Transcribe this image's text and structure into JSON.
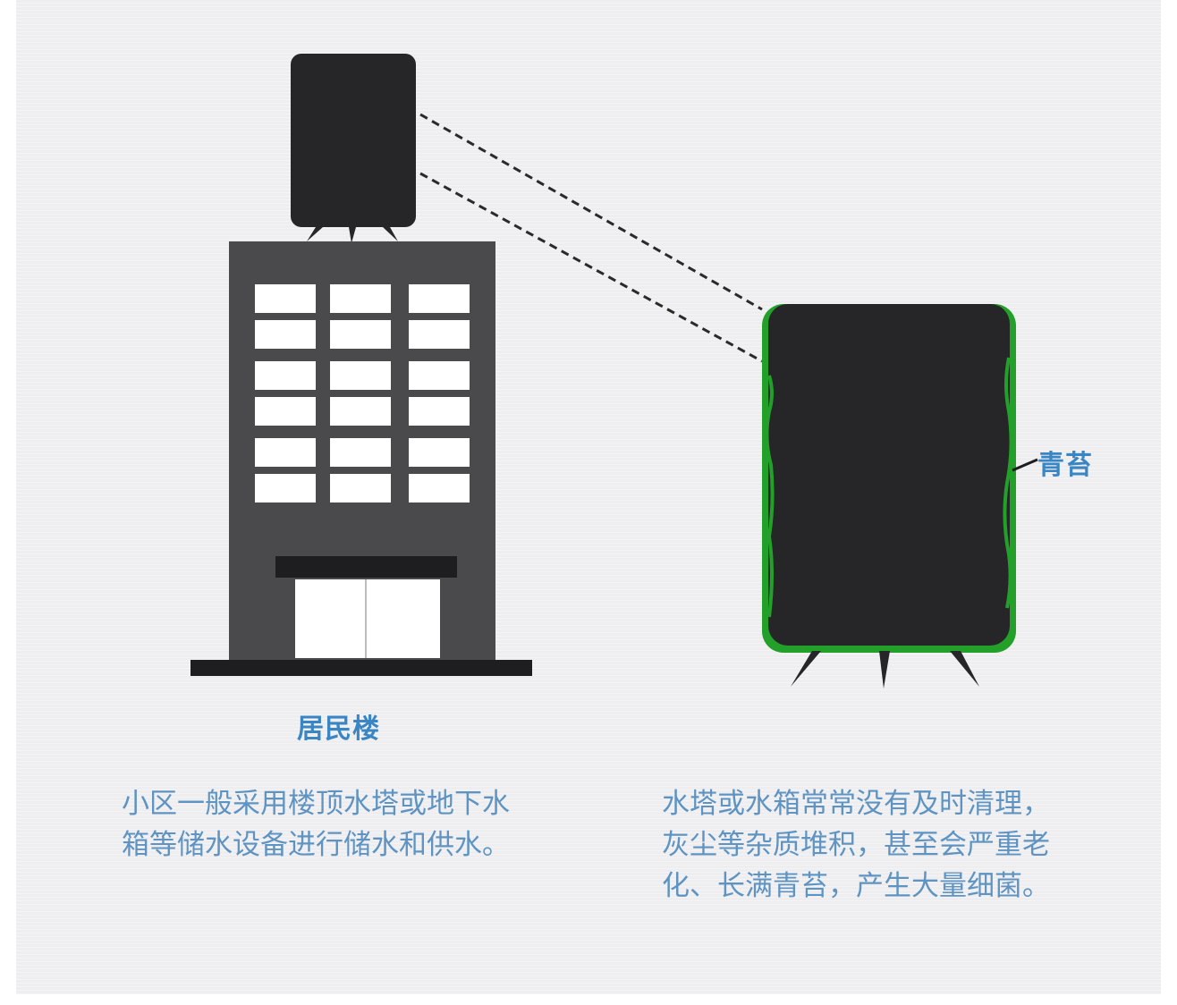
{
  "labels": {
    "building": "居民楼",
    "moss": "青苔"
  },
  "captions": {
    "left": "小区一般采用楼顶水塔或地下水\n箱等储水设备进行储水和供水。",
    "right": "水塔或水箱常常没有及时清理，\n灰尘等杂质堆积，甚至会严重老\n化、长满青苔，产生大量细菌。"
  },
  "colors": {
    "background": "#eeeef0",
    "building": "#4a4a4c",
    "tank": "#262628",
    "window": "#ffffff",
    "moss": "#22a02a",
    "label": "#3a86c4",
    "caption": "#5f94c2"
  }
}
